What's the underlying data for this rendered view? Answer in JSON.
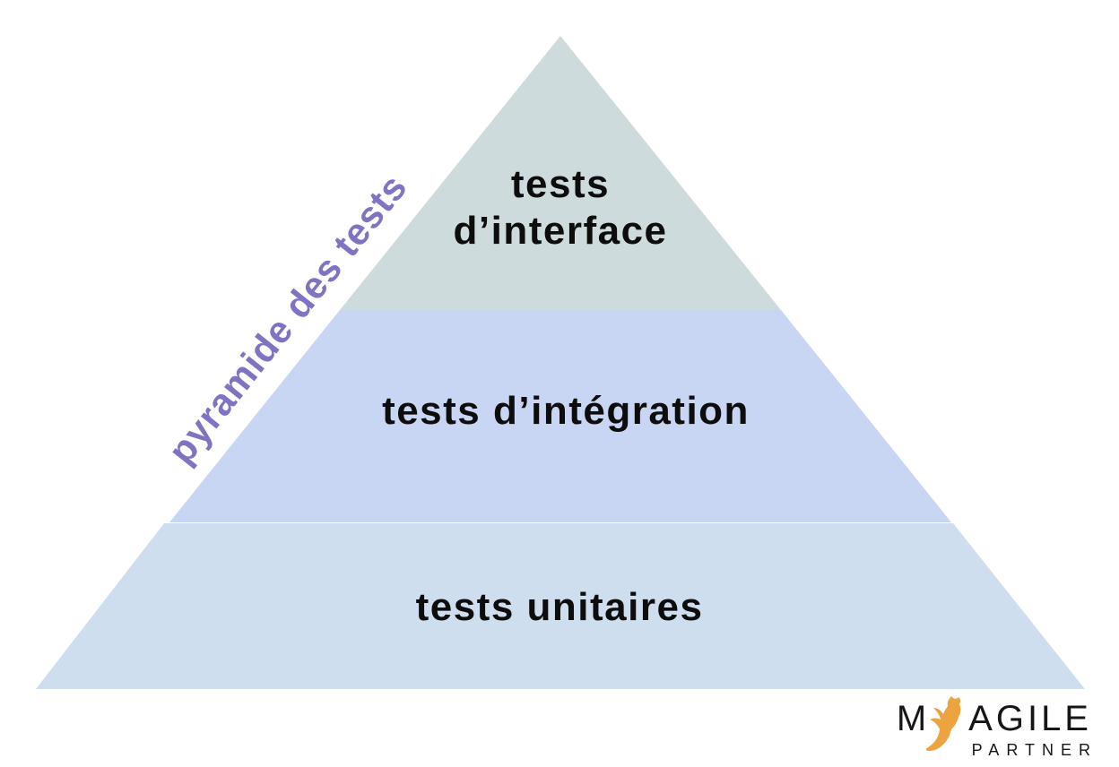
{
  "diagram": {
    "rotated_label": {
      "text": "pyramide des tests",
      "color": "#8073c1"
    },
    "text_color": "#0d0d0d",
    "layers": [
      {
        "name": "tests-interface",
        "label_line1": "tests",
        "label_line2": "d’interface",
        "color": "#cedbdc"
      },
      {
        "name": "tests-integration",
        "label": "tests d’intégration",
        "color": "#c8d5f3"
      },
      {
        "name": "tests-unitaires",
        "label": "tests unitaires",
        "color": "#cfdeee"
      }
    ]
  },
  "logo": {
    "part_m": "M",
    "part_agile": "AGILE",
    "part_partner": "PARTNER",
    "bird_color": "#eca440",
    "text_color": "#161616"
  }
}
